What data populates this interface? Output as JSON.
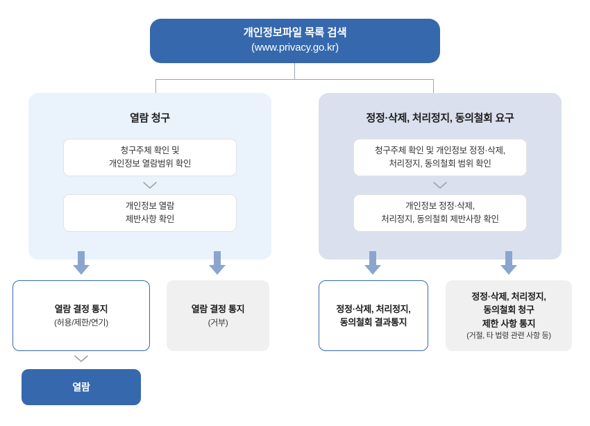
{
  "colors": {
    "primary_blue": "#3568ad",
    "panel_left_bg": "#eaf2fc",
    "panel_right_bg": "#dbe0ee",
    "gray_box_bg": "#f0f0f0",
    "arrow_blue": "#8aa6ce",
    "connector_gray": "#9aa3ae"
  },
  "header": {
    "title": "개인정보파일 목록 검색",
    "subtitle": "(www.privacy.go.kr)"
  },
  "panels": [
    {
      "id": "view-request",
      "title": "열람 청구",
      "steps": [
        {
          "line1": "청구주체 확인 및",
          "line2": "개인정보 열람범위 확인"
        },
        {
          "line1": "개인정보 열람",
          "line2": "제반사항 확인"
        }
      ]
    },
    {
      "id": "correction-request",
      "title": "정정·삭제, 처리정지, 동의철회 요구",
      "steps": [
        {
          "line1": "청구주체 확인 및 개인정보 정정·삭제,",
          "line2": "처리정지, 동의철회 범위 확인"
        },
        {
          "line1": "개인정보 정정·삭제,",
          "line2": "처리정지, 동의철회 제반사항 확인"
        }
      ]
    }
  ],
  "results": [
    {
      "id": "view-decision-notice-approved",
      "style": "outline",
      "line1": "열람 결정 통지",
      "line2": "(허용/제한/연기)",
      "line3": "",
      "line4": ""
    },
    {
      "id": "view-decision-notice-rejected",
      "style": "gray",
      "line1": "열람 결정 통지",
      "line2": "(거부)",
      "line3": "",
      "line4": ""
    },
    {
      "id": "correction-result-notice",
      "style": "outline",
      "line1": "정정·삭제, 처리정지,",
      "line2": "동의철회 결과통지",
      "line3": "",
      "line4": ""
    },
    {
      "id": "correction-restriction-notice",
      "style": "gray",
      "line1": "정정·삭제, 처리정지,",
      "line2": "동의철회 청구",
      "line3": "제한 사항 통지",
      "line4": "(거절, 타 법령 관련 사항 등)"
    }
  ],
  "final": {
    "label": "열람"
  }
}
